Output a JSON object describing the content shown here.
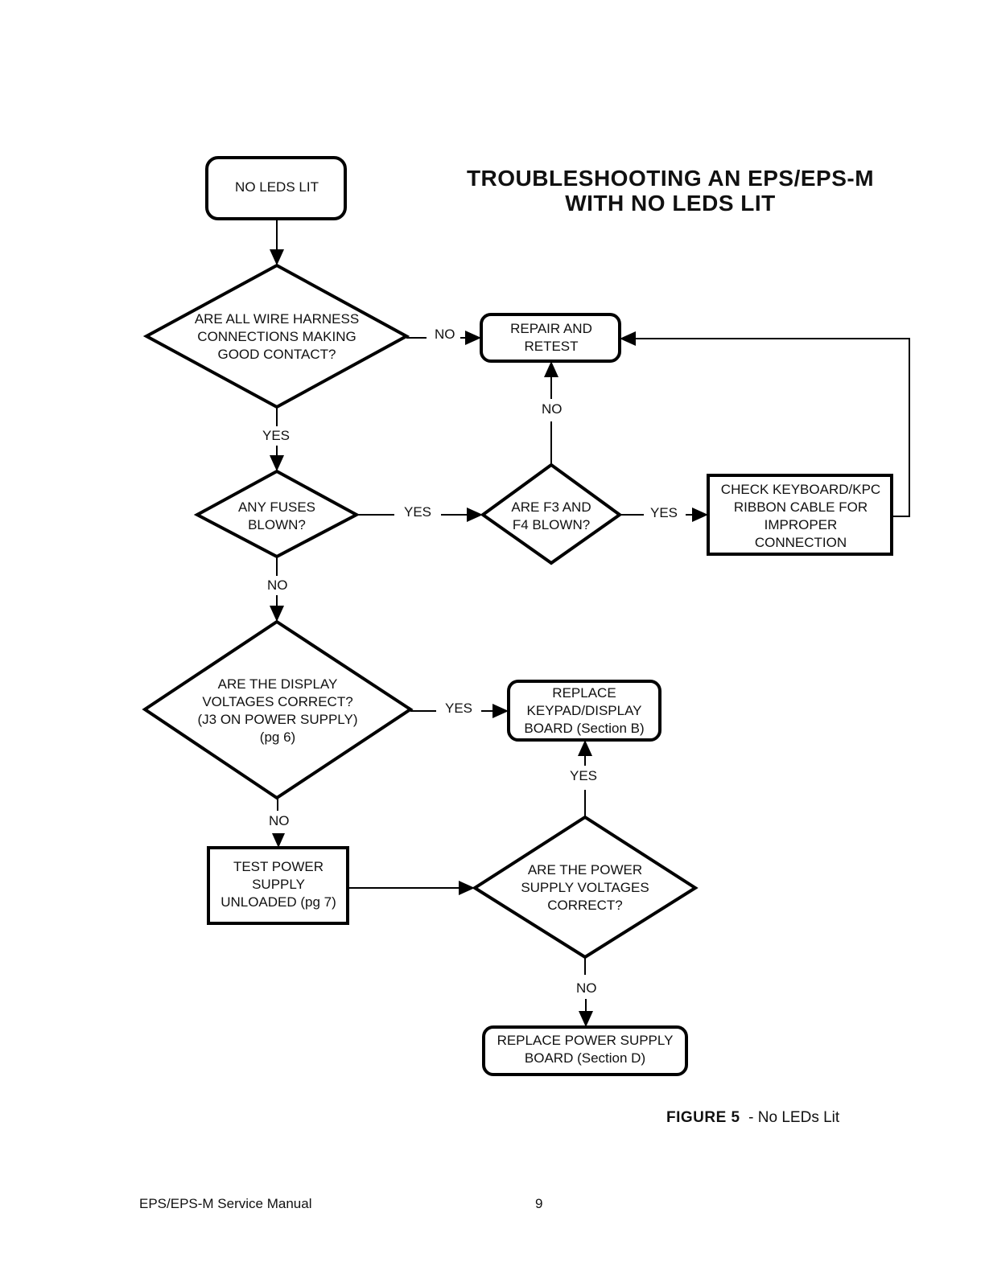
{
  "title": {
    "line1": "TROUBLESHOOTING  AN  EPS/EPS-M",
    "line2": "WITH  NO  LEDS  LIT"
  },
  "nodes": {
    "start": "NO LEDS LIT",
    "q_harness": [
      "ARE ALL WIRE HARNESS",
      "CONNECTIONS MAKING",
      "GOOD CONTACT?"
    ],
    "repair": [
      "REPAIR AND",
      "RETEST"
    ],
    "q_fuses": [
      "ANY FUSES",
      "BLOWN?"
    ],
    "q_f3f4": [
      "ARE F3 AND",
      "F4 BLOWN?"
    ],
    "check_ribbon": [
      "CHECK KEYBOARD/KPC",
      "RIBBON CABLE FOR",
      "IMPROPER",
      "CONNECTION"
    ],
    "q_display": [
      "ARE THE DISPLAY",
      "VOLTAGES CORRECT?",
      "(J3 ON POWER SUPPLY)",
      "(pg 6)"
    ],
    "replace_keypad": [
      "REPLACE",
      "KEYPAD/DISPLAY",
      "BOARD (Section B)"
    ],
    "test_power": [
      "TEST POWER",
      "SUPPLY",
      "UNLOADED (pg 7)"
    ],
    "q_power": [
      "ARE THE POWER",
      "SUPPLY VOLTAGES",
      "CORRECT?"
    ],
    "replace_power": [
      "REPLACE POWER SUPPLY",
      "BOARD (Section D)"
    ]
  },
  "edge_labels": {
    "harness_no": "NO",
    "harness_yes": "YES",
    "fuses_yes": "YES",
    "fuses_no": "NO",
    "f3f4_no": "NO",
    "f3f4_yes": "YES",
    "display_yes": "YES",
    "display_no": "NO",
    "power_yes": "YES",
    "power_no": "NO"
  },
  "caption": {
    "figure": "FIGURE  5",
    "text": "  - No LEDs Lit"
  },
  "footer": {
    "left": "EPS/EPS-M Service Manual",
    "page": "9"
  }
}
